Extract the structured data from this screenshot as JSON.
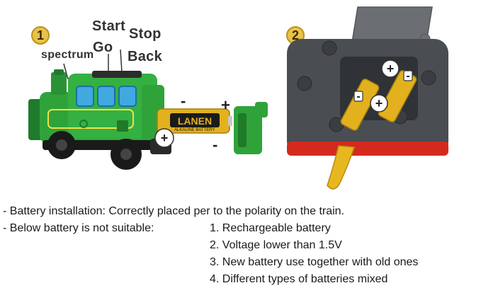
{
  "step_badges": [
    "1",
    "2"
  ],
  "train_labels": {
    "spectrum": "spectrum",
    "start": "Start",
    "go": "Go",
    "stop": "Stop",
    "back": "Back"
  },
  "polarity": {
    "minus": "-",
    "plus": "+"
  },
  "battery_brand": "LANEN",
  "battery_subtext": "ALKALINE BATTERY",
  "notes": {
    "installation": "- Battery installation: Correctly placed per to the polarity on the train.",
    "not_suitable_lead": "- Below battery is not suitable:",
    "items": [
      "1. Rechargeable battery",
      "2. Voltage lower than 1.5V",
      "3. New battery use together with old ones",
      "4. Different types of batteries mixed"
    ]
  },
  "colors": {
    "train_green": "#2fa33a",
    "train_dark_green": "#1f7a2a",
    "window_blue": "#3fa9e0",
    "battery_gold": "#e3b11e",
    "case_gray": "#4a4d52",
    "case_red": "#d42a1e",
    "badge_gold": "#e8c24a"
  }
}
